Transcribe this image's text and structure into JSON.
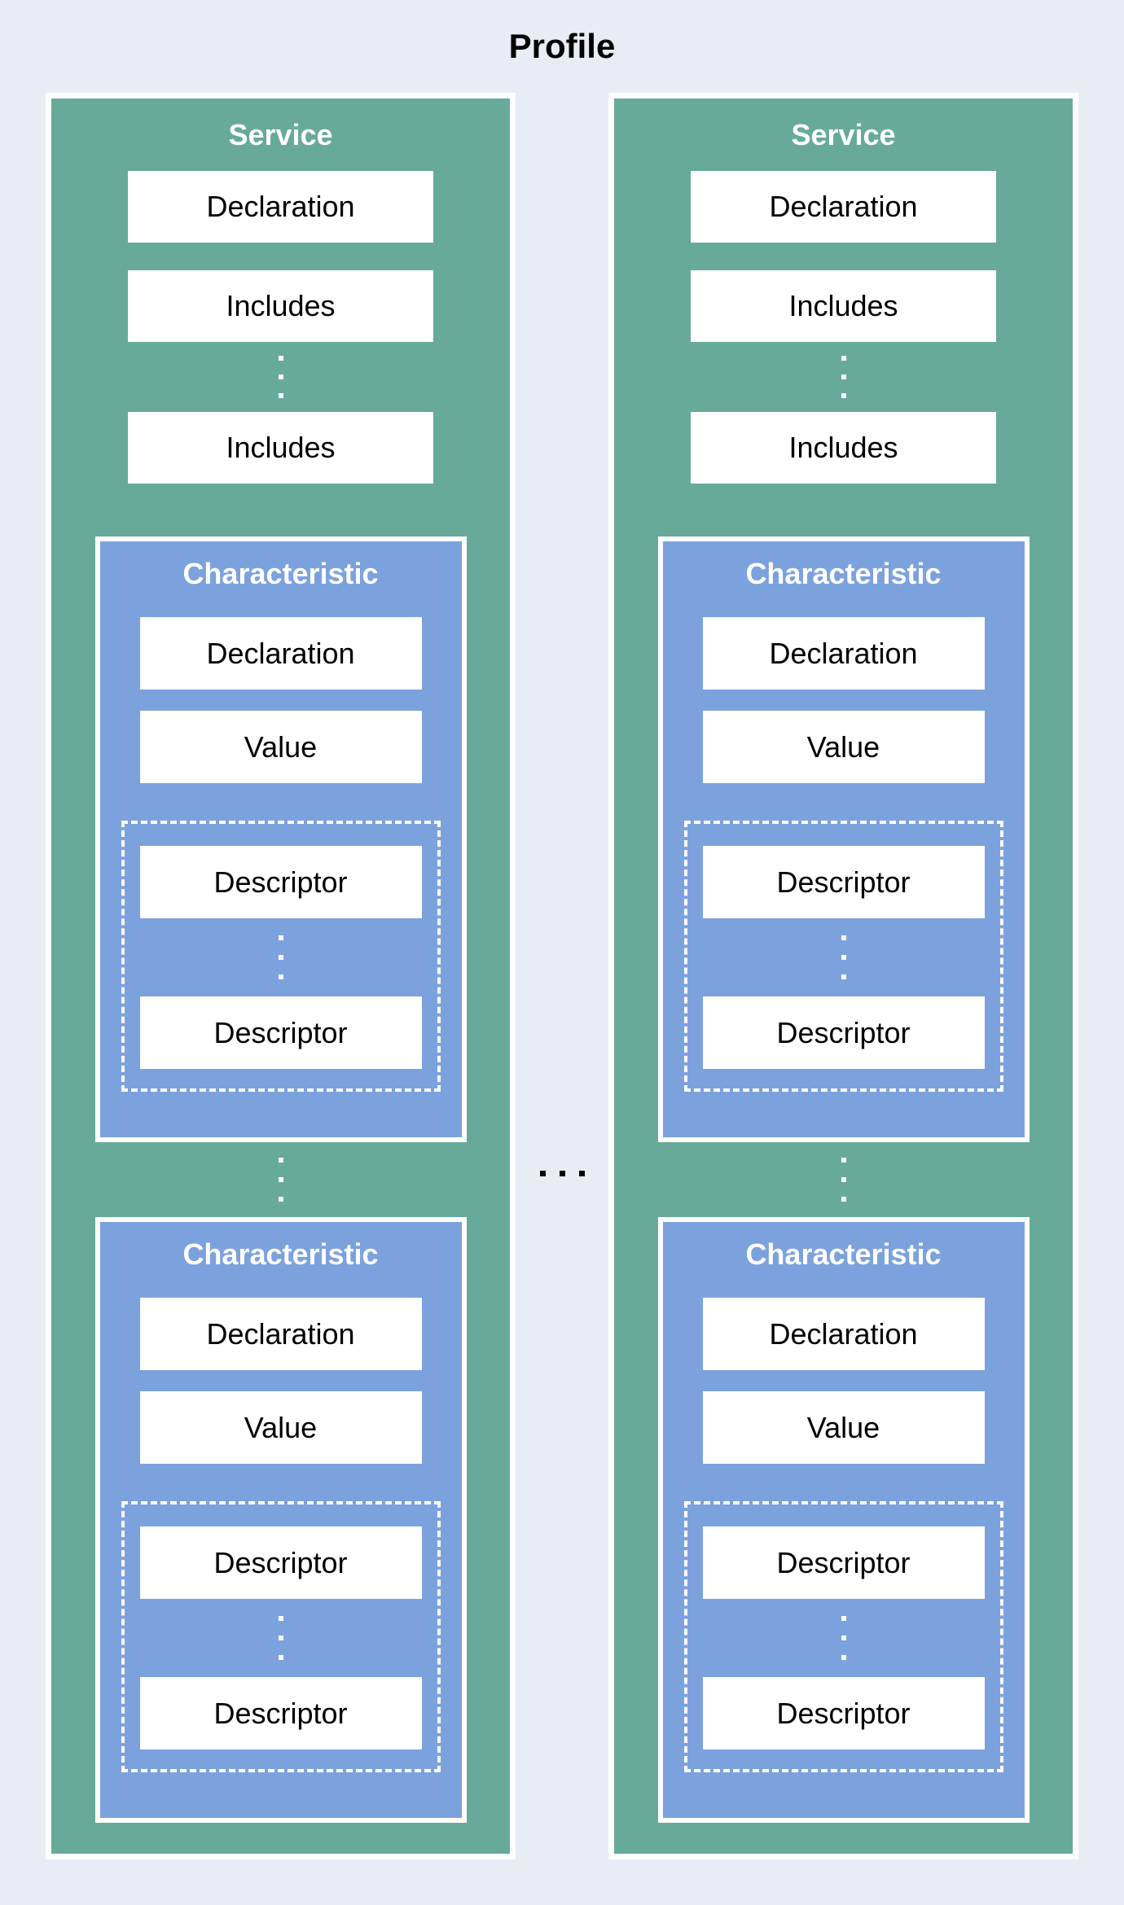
{
  "title": "Profile",
  "colors": {
    "background": "#e8edf5",
    "service_fill": "#67aa99",
    "characteristic_fill": "#7ca2dd",
    "box_fill": "#ffffff",
    "box_text": "#000000",
    "heading_text": "#ffffff",
    "ellipsis_color": "#000000",
    "border_color": "#ffffff"
  },
  "services": [
    {
      "title": "Service",
      "declaration": "Declaration",
      "includes_first": "Includes",
      "includes_last": "Includes",
      "characteristics": [
        {
          "title": "Characteristic",
          "declaration": "Declaration",
          "value": "Value",
          "descriptor_first": "Descriptor",
          "descriptor_last": "Descriptor"
        },
        {
          "title": "Characteristic",
          "declaration": "Declaration",
          "value": "Value",
          "descriptor_first": "Descriptor",
          "descriptor_last": "Descriptor"
        }
      ]
    },
    {
      "title": "Service",
      "declaration": "Declaration",
      "includes_first": "Includes",
      "includes_last": "Includes",
      "characteristics": [
        {
          "title": "Characteristic",
          "declaration": "Declaration",
          "value": "Value",
          "descriptor_first": "Descriptor",
          "descriptor_last": "Descriptor"
        },
        {
          "title": "Characteristic",
          "declaration": "Declaration",
          "value": "Value",
          "descriptor_first": "Descriptor",
          "descriptor_last": "Descriptor"
        }
      ]
    }
  ]
}
